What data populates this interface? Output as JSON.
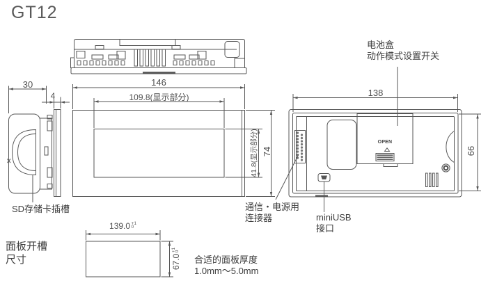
{
  "title": "GT12",
  "front_view": {
    "dim_width": "146",
    "dim_display_width": "109.8(显示部分)",
    "dim_height": "74",
    "dim_display_height": "41.8(显示部分)"
  },
  "side_view": {
    "dim_depth": "30",
    "dim_bezel_thickness": "4",
    "sd_slot_label": "SD存储卡插槽"
  },
  "rear_view": {
    "dim_width": "138",
    "dim_height": "66",
    "battery_label_line1": "电池盒",
    "battery_label_line2": "动作模式设置开关",
    "open_marking": "OPEN",
    "connector_label_line1": "通信・电源用",
    "connector_label_line2": "连接器",
    "usb_label_line1": "miniUSB",
    "usb_label_line2": "接口"
  },
  "panel_cutout": {
    "title_line1": "面板开槽",
    "title_line2": "尺寸",
    "width_value": "139.0",
    "width_tol_upper": "+1",
    "width_tol_lower": "0",
    "height_value": "67.0",
    "height_tol_upper": "+1",
    "height_tol_lower": "0",
    "thickness_note_line1": "合适的面板厚度",
    "thickness_note_line2": "1.0mm～5.0mm"
  }
}
